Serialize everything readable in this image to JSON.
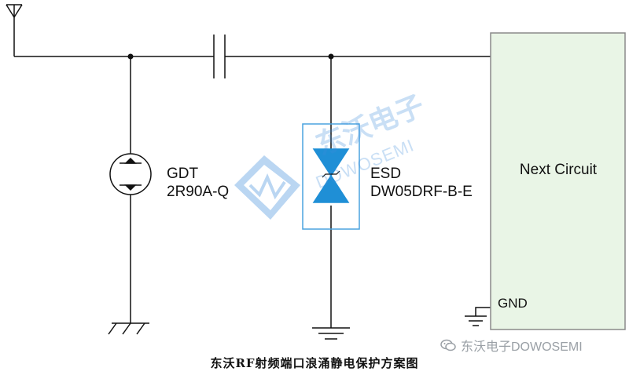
{
  "components": {
    "gdt": {
      "name": "GDT",
      "part": "2R90A-Q"
    },
    "esd": {
      "name": "ESD",
      "part": "DW05DRF-B-E"
    },
    "next_circuit": "Next Circuit",
    "gnd": "GND"
  },
  "watermark": {
    "cn": "东沃电子",
    "en": "DOWOSEMI"
  },
  "caption": "东沃RF射频端口浪涌静电保护方案图",
  "footer_brand": "东沃电子DOWOSEMI",
  "colors": {
    "line": "#111111",
    "esd_blue": "#1f8fd6",
    "box_fill": "#e9f5e6",
    "box_border": "#8a8a8a",
    "watermark": "#3c8cdc"
  }
}
